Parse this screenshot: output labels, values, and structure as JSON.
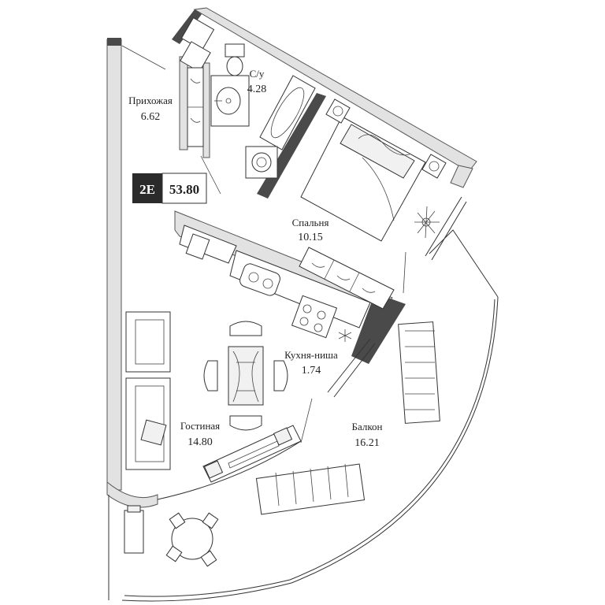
{
  "badge": {
    "type": "2E",
    "total_area": "53.80"
  },
  "rooms": {
    "hallway": {
      "label": "Прихожая",
      "area": "6.62"
    },
    "bathroom": {
      "label": "С/у",
      "area": "4.28"
    },
    "bedroom": {
      "label": "Спальня",
      "area": "10.15"
    },
    "kitchen": {
      "label": "Кухня-ниша",
      "area": "1.74"
    },
    "living": {
      "label": "Гостиная",
      "area": "14.80"
    },
    "balcony": {
      "label": "Балкон",
      "area": "16.21"
    }
  },
  "colors": {
    "wall": "#4a4a4a",
    "badge": "#2b2b2b",
    "line": "#333333"
  }
}
